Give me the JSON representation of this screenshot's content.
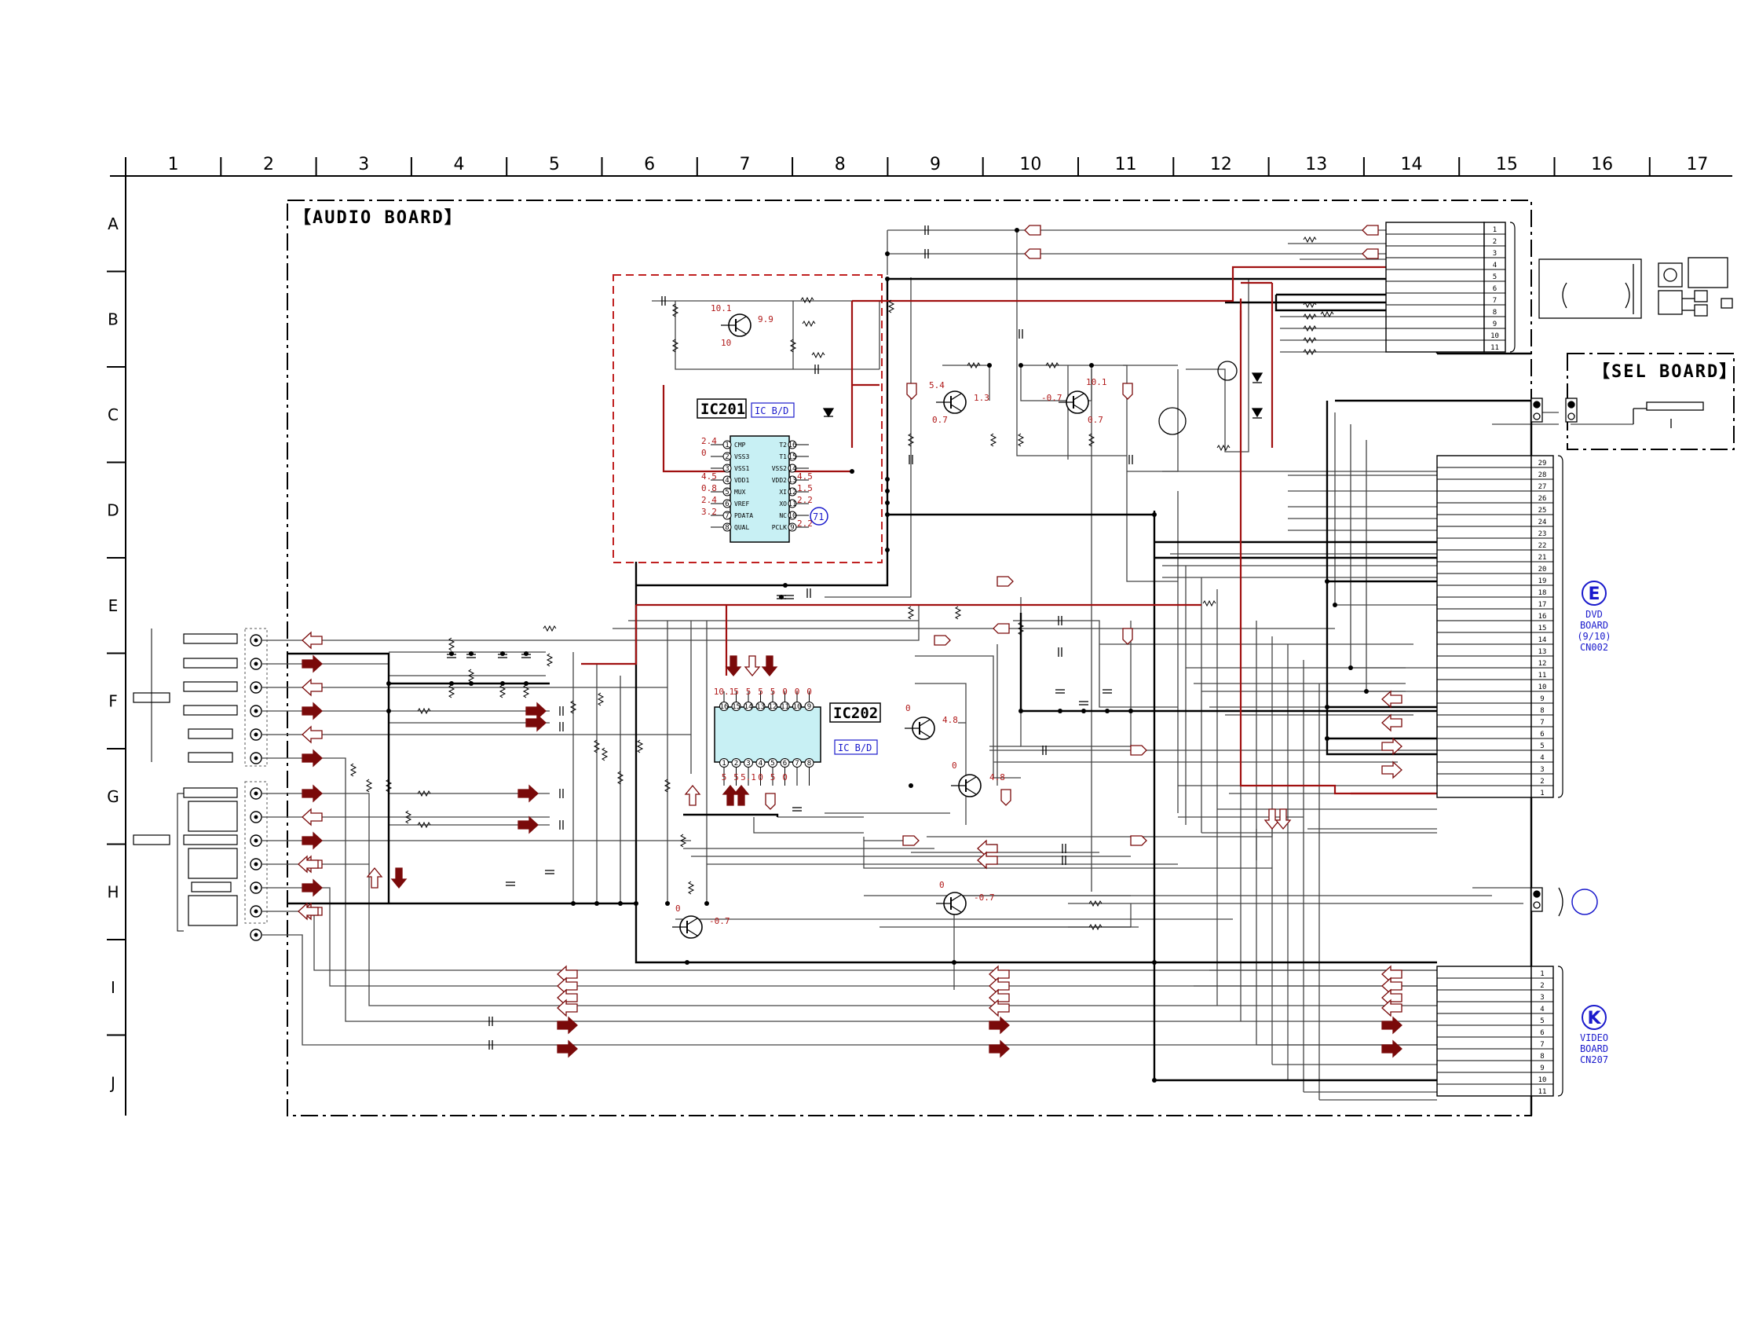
{
  "grid": {
    "columns": [
      "1",
      "2",
      "3",
      "4",
      "5",
      "6",
      "7",
      "8",
      "9",
      "10",
      "11",
      "12",
      "13",
      "14",
      "15",
      "16",
      "17"
    ],
    "rows": [
      "A",
      "B",
      "C",
      "D",
      "E",
      "F",
      "G",
      "H",
      "I",
      "J"
    ]
  },
  "boards": {
    "audio": "【AUDIO BOARD】",
    "sel": "【SEL BOARD】"
  },
  "ics": {
    "ic201": {
      "name": "IC201",
      "tag": "IC B/D",
      "left_pins": [
        "CMP",
        "VSS3",
        "VSS1",
        "VDD1",
        "MUX",
        "VREF",
        "PDATA",
        "QUAL"
      ],
      "right_pins": [
        "T2",
        "T1",
        "VSS2",
        "VDD2",
        "XI",
        "XO",
        "NC",
        "PCLK"
      ],
      "left_voltages": [
        "2.4",
        "0",
        "",
        "4.5",
        "0.8",
        "2.4",
        "3.2",
        ""
      ],
      "right_voltages": [
        "",
        "",
        "",
        "4.5",
        "1.5",
        "2.2",
        "",
        "2.2"
      ],
      "callout": "71"
    },
    "ic202": {
      "name": "IC202",
      "tag": "IC B/D",
      "top_pins": [
        "16",
        "15",
        "14",
        "13",
        "12",
        "11",
        "10",
        "9"
      ],
      "bottom_pins": [
        "1",
        "2",
        "3",
        "4",
        "5",
        "6",
        "7",
        "8"
      ],
      "top_voltages": [
        "10.1",
        "5",
        "5",
        "5",
        "5",
        "0",
        "0",
        "0"
      ],
      "bottom_voltages": [
        "5",
        "5",
        "5.1",
        "0",
        "5",
        "0",
        "",
        ""
      ]
    }
  },
  "transistors": [
    {
      "id": "q1",
      "v": [
        "10.1",
        "10",
        "9.9"
      ]
    },
    {
      "id": "q2",
      "v": [
        "5.4",
        "0.7",
        "1.3"
      ]
    },
    {
      "id": "q3",
      "v": [
        "-0.7",
        "0.7",
        "10.1"
      ]
    },
    {
      "id": "q4",
      "v": [
        "0",
        "4.8"
      ]
    },
    {
      "id": "q5",
      "v": [
        "0",
        "4.8"
      ]
    },
    {
      "id": "q6",
      "v": [
        "0",
        "-0.7"
      ]
    },
    {
      "id": "q7",
      "v": [
        "0",
        "-0.7"
      ]
    }
  ],
  "connectors": {
    "top_right_pins": [
      "1",
      "2",
      "3",
      "4",
      "5",
      "6",
      "7",
      "8",
      "9",
      "10",
      "11"
    ],
    "dvd_pins": [
      "29",
      "28",
      "27",
      "26",
      "25",
      "24",
      "23",
      "22",
      "21",
      "20",
      "19",
      "18",
      "17",
      "16",
      "15",
      "14",
      "13",
      "12",
      "11",
      "10",
      "9",
      "8",
      "7",
      "6",
      "5",
      "4",
      "3",
      "2",
      "1"
    ],
    "video_pins": [
      "1",
      "2",
      "3",
      "4",
      "5",
      "6",
      "7",
      "8",
      "9",
      "10",
      "11"
    ]
  },
  "refs": {
    "dvd": {
      "letter": "E",
      "lines": [
        "DVD",
        "BOARD",
        "(9/10)",
        "CN002"
      ]
    },
    "video": {
      "letter": "K",
      "lines": [
        "VIDEO",
        "BOARD",
        "CN207"
      ]
    }
  },
  "colors": {
    "wire": "#444444",
    "power": "#a01010",
    "ic_fill": "#c8f0f4",
    "ref_blue": "#1a1acc"
  }
}
